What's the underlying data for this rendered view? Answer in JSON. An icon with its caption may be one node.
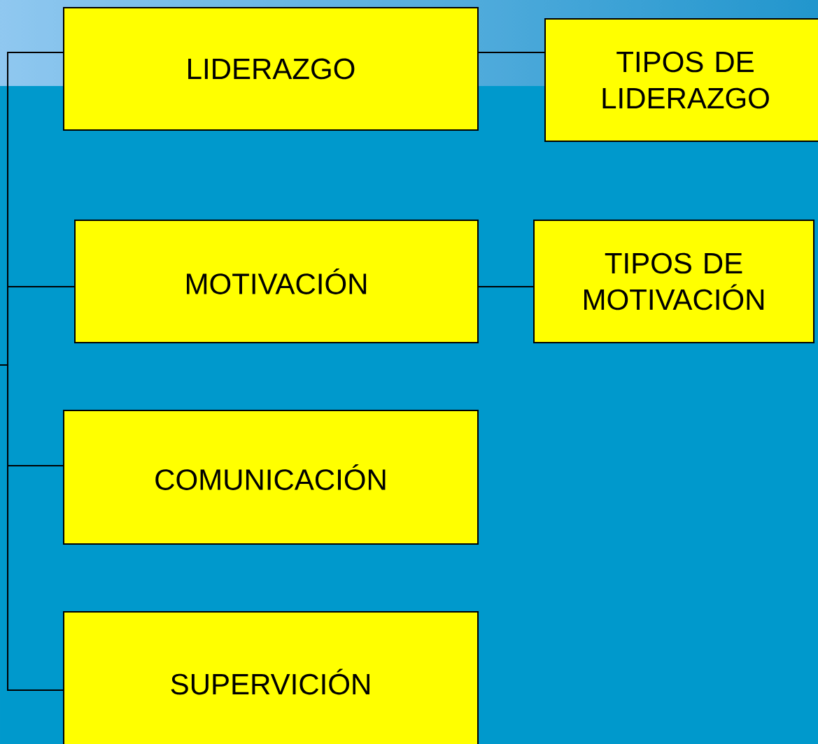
{
  "diagram": {
    "nodes": [
      {
        "text": [
          "LIDERAZGO"
        ]
      },
      {
        "text": [
          "TIPOS DE LIDERAZGO"
        ]
      },
      {
        "text": [
          "MOTIVACIÓN"
        ]
      },
      {
        "text": [
          "TIPOS DE MOTIVACIÓN"
        ]
      },
      {
        "text": [
          "COMUNICACIÓN"
        ]
      },
      {
        "text": [
          "SUPERVICIÓN"
        ]
      }
    ],
    "edges": [
      {
        "from": null,
        "to": 0,
        "arrow": "none"
      },
      {
        "from": 0,
        "to": 1,
        "arrow": "none"
      },
      {
        "from": null,
        "to": 2,
        "arrow": "none"
      },
      {
        "from": 2,
        "to": 3,
        "arrow": "none"
      },
      {
        "from": null,
        "to": 4,
        "arrow": "none"
      },
      {
        "from": null,
        "to": 5,
        "arrow": "none"
      }
    ]
  }
}
